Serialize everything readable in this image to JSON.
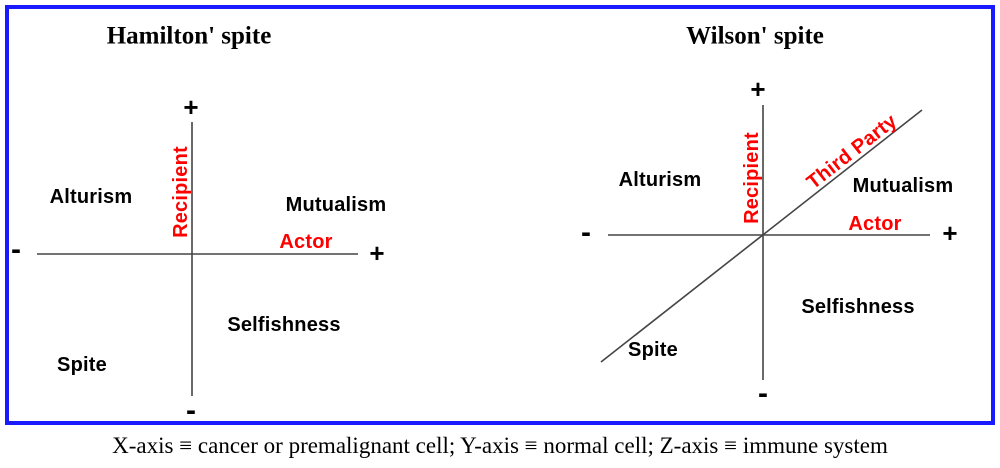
{
  "caption": "X-axis ≡ cancer or premalignant cell; Y-axis ≡ normal cell; Z-axis ≡ immune system",
  "signs": {
    "plus": "+",
    "minus": "-"
  },
  "colors": {
    "frame": "#1a1aff",
    "axis": "#454545",
    "label": "#000000",
    "accent": "#ff0000"
  },
  "panels": {
    "hamilton": {
      "title": "Hamilton' spite",
      "axes": {
        "x": "Actor",
        "y": "Recipient"
      },
      "quadrants": {
        "top_left": "Alturism",
        "top_right": "Mutualism",
        "bottom_left": "Spite",
        "bottom_right": "Selfishness"
      }
    },
    "wilson": {
      "title": "Wilson' spite",
      "axes": {
        "x": "Actor",
        "y": "Recipient",
        "z": "Third Party"
      },
      "quadrants": {
        "top_left": "Alturism",
        "top_right": "Mutualism",
        "bottom_left": "Spite",
        "bottom_right": "Selfishness"
      }
    }
  }
}
